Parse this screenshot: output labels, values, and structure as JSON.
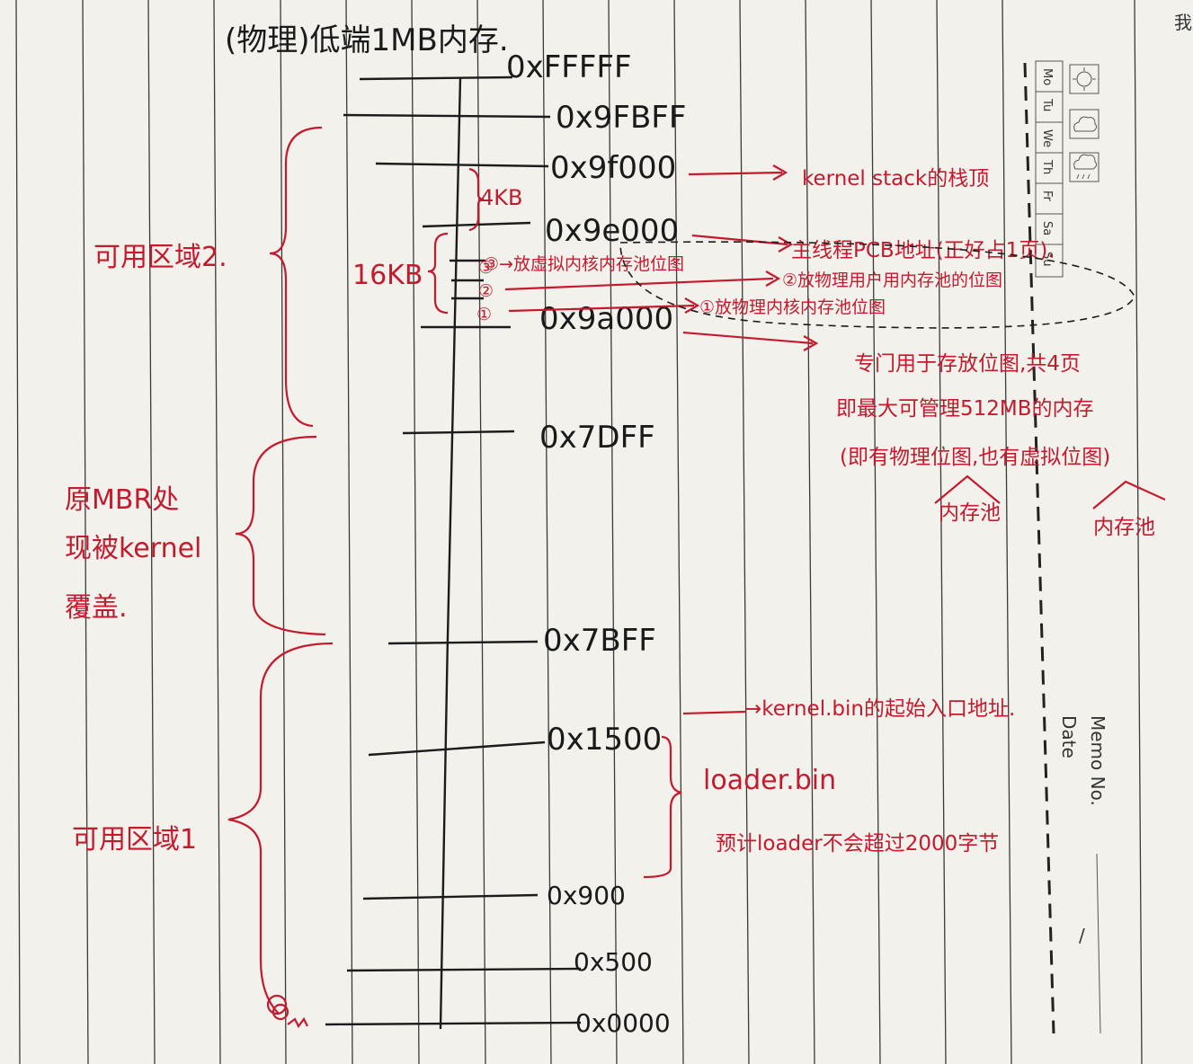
{
  "title": "(物理)低端1MB内存.",
  "addresses": {
    "a_fffff": "0xFFFFF",
    "a_9fbff": "0x9FBFF",
    "a_9f000": "0x9f000",
    "a_9e000": "0x9e000",
    "a_9a000": "0x9a000",
    "a_7dff": "0x7DFF",
    "a_7bff": "0x7BFF",
    "a_1500": "0x1500",
    "a_900": "0x900",
    "a_500": "0x500",
    "a_0000": "0x0000"
  },
  "sizes": {
    "four_kb": "4KB",
    "sixteen_kb": "16KB"
  },
  "regions": {
    "area2": "可用区域2.",
    "mbr_line1": "原MBR处",
    "mbr_line2": "现被kernel",
    "mbr_line3": "覆盖.",
    "area1": "可用区域1"
  },
  "annotations": {
    "kernel_stack": "kernel stack的栈顶",
    "main_pcb": "主线程PCB地址(正好占1页).",
    "bitmap3": "③→放虚拟内核内存池位图",
    "bitmap2": "②放物理用户用内存池的位图",
    "bitmap1": "①放物理内核内存池位图",
    "bitmap_area_line1": "专门用于存放位图,共4页",
    "bitmap_area_line2": "即最大可管理512MB的内存",
    "bitmap_area_line3": "(即有物理位图,也有虚拟位图)",
    "mem_pool_a": "内存池",
    "mem_pool_b": "内存池",
    "kernel_bin": "→kernel.bin的起始入口地址.",
    "loader_bin": "loader.bin",
    "loader_limit": "预计loader不会超过2000字节",
    "marker_one": "①",
    "marker_two": "②",
    "marker_three": "③"
  },
  "sidebar": {
    "days": [
      "Mo",
      "Tu",
      "We",
      "Th",
      "Fr",
      "Sa",
      "Su"
    ],
    "memo_no": "Memo No.",
    "date": "Date",
    "slash": "/",
    "clipped": "我"
  },
  "colors": {
    "ink_red": "#c41a2e",
    "ink_black": "#1a1a1a",
    "paper": "#f3f1ec"
  }
}
